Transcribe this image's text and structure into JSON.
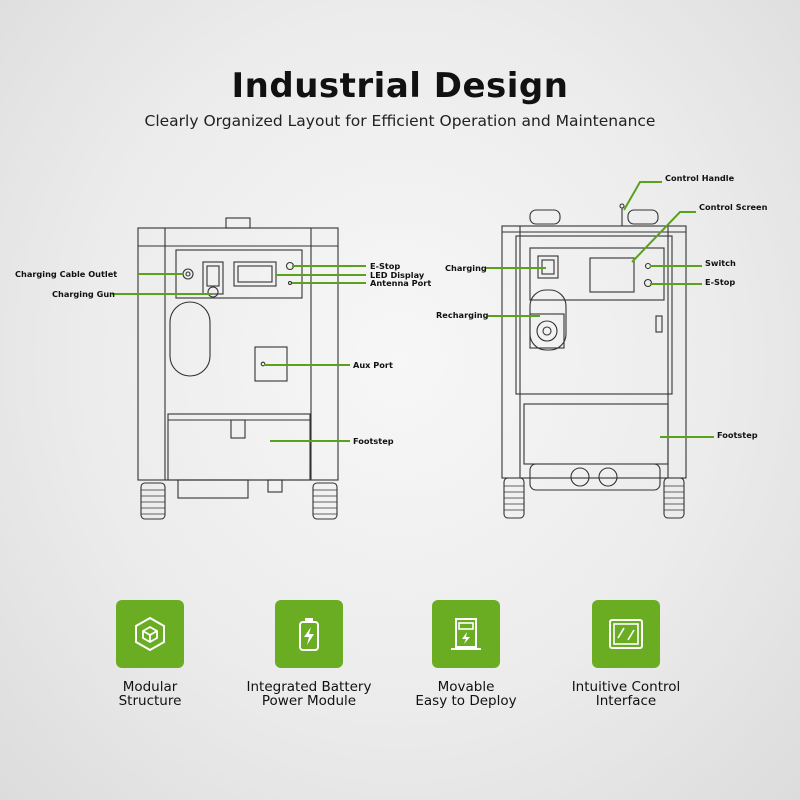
{
  "header": {
    "title": "Industrial Design",
    "subtitle": "Clearly Organized Layout for Efficient Operation and Maintenance"
  },
  "front_view": {
    "labels": {
      "charging_cable_outlet": "Charging Cable Outlet",
      "charging_gun": "Charging Gun",
      "e_stop": "E-Stop",
      "led_display": "LED Display",
      "antenna_port": "Antenna Port",
      "aux_port": "Aux Port",
      "footstep": "Footstep"
    }
  },
  "rear_view": {
    "labels": {
      "control_handle": "Control Handle",
      "control_screen": "Control Screen",
      "charging": "Charging",
      "switch": "Switch",
      "e_stop": "E-Stop",
      "recharging": "Recharging",
      "footstep": "Footstep"
    }
  },
  "features": [
    {
      "line1": "Modular",
      "line2": "Structure",
      "icon": "cube-icon"
    },
    {
      "line1": "Integrated Battery",
      "line2": "Power Module",
      "icon": "battery-icon"
    },
    {
      "line1": "Movable",
      "line2": "Easy to Deploy",
      "icon": "charging-station-icon"
    },
    {
      "line1": "Intuitive Control",
      "line2": "Interface",
      "icon": "screen-icon"
    }
  ],
  "colors": {
    "accent": "#6aad23",
    "line": "#333333",
    "leader": "#5aa21e"
  }
}
